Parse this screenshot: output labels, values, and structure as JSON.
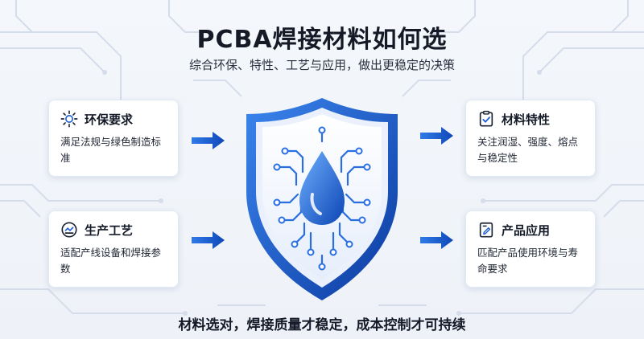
{
  "title": "PCBA焊接材料如何选",
  "subtitle": "综合环保、特性、工艺与应用，做出更稳定的决策",
  "cards": [
    {
      "title": "环保要求",
      "desc": "满足法规与绿色制造标准",
      "icon": "sun-icon"
    },
    {
      "title": "生产工艺",
      "desc": "适配产线设备和焊接参数",
      "icon": "process-icon"
    },
    {
      "title": "材料特性",
      "desc": "关注润湿、强度、熔点与稳定性",
      "icon": "clipboard-check-icon"
    },
    {
      "title": "产品应用",
      "desc": "匹配产品使用环境与寿命要求",
      "icon": "document-edit-icon"
    }
  ],
  "footer": "材料选对，焊接质量才稳定，成本控制才可持续",
  "colors": {
    "accent": "#1e5fd6",
    "accent_dark": "#0d3ea3",
    "text": "#141a28"
  }
}
